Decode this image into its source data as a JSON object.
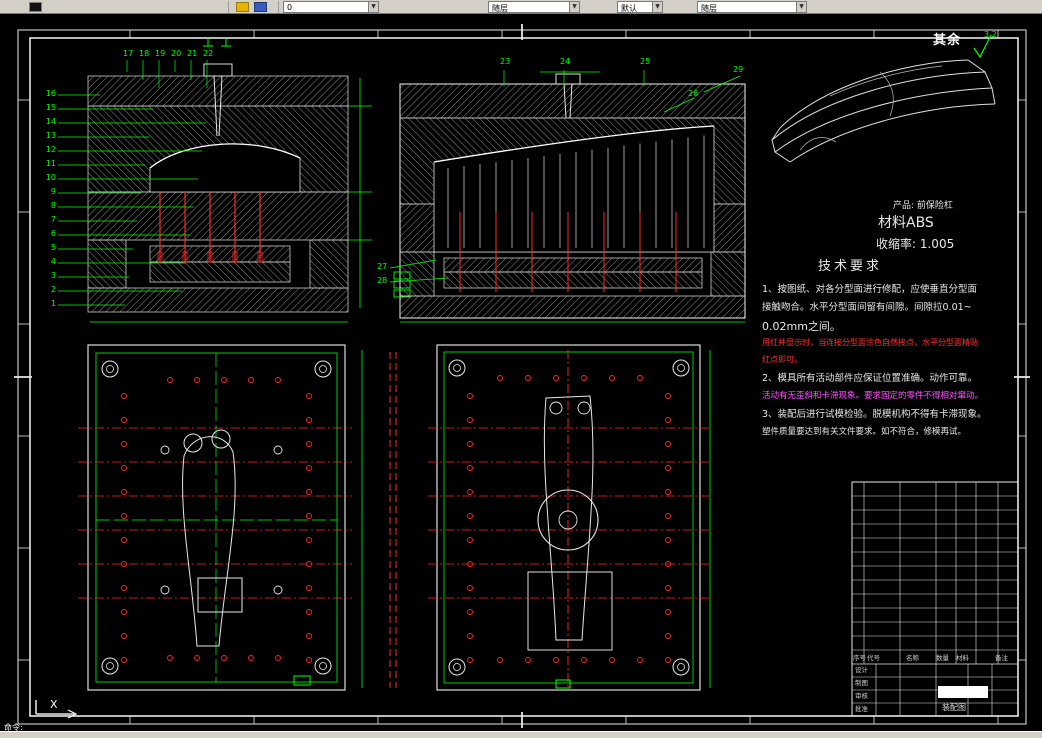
{
  "toolbar": {
    "layer_value": "0",
    "color_value": "随层",
    "lineweight_value": "默认",
    "linetype_value": "随层"
  },
  "surface_note": {
    "label": "其余",
    "value": "3.2"
  },
  "product": {
    "line1": "产品: 前保险杠",
    "line2": "材料ABS",
    "line3": "收缩率: 1.005"
  },
  "tech": {
    "title": "技术要求",
    "lines": [
      {
        "text": "1、按图纸、对各分型面进行修配，应使垂直分型面",
        "color": "#e8e8e8"
      },
      {
        "text": "接触吻合。水平分型面间留有间隙。间隙拉0.01~",
        "color": "#e8e8e8"
      },
      {
        "text": "0.02mm之间。",
        "color": "#e8e8e8"
      },
      {
        "text": "用红并显示时，当连接分型面涂色自然接点，水平分型面精贴",
        "color": "#ff3030"
      },
      {
        "text": "红点即可。",
        "color": "#ff3030"
      },
      {
        "text": "2、模具所有活动部件应保证位置准确。动作可靠。",
        "color": "#e8e8e8"
      },
      {
        "text": "活动有无歪斜和卡滞现象。要求固定的零件不得相对窜动。",
        "color": "#ff50ff"
      },
      {
        "text": "3、装配后进行试模检验。脱模机构不得有卡滞现象。",
        "color": "#e8e8e8"
      },
      {
        "text": "塑件质量要达到有关文件要求。如不符合，修模再试。",
        "color": "#e8e8e8"
      }
    ]
  },
  "callouts": {
    "left": [
      "16",
      "15",
      "14",
      "13",
      "12",
      "11",
      "10",
      "9",
      "8",
      "7",
      "6",
      "5",
      "4",
      "3",
      "2",
      "1"
    ],
    "top": [
      "17",
      "18",
      "19",
      "20",
      "21",
      "22"
    ],
    "right_view": [
      "23",
      "24",
      "25",
      "26",
      "29",
      "27",
      "28"
    ]
  },
  "titleblock": {
    "header": [
      "序号",
      "代号",
      "名称",
      "数量",
      "材料",
      "备注"
    ],
    "left_rows": [
      "设计",
      "制图",
      "审核",
      "批准"
    ],
    "doc_title": "装配图"
  },
  "ucs": {
    "x_label": "X"
  },
  "status": {
    "command": "命令:"
  },
  "colors": {
    "green": "#00ff00",
    "red": "#ff2828",
    "white": "#e8e8e8",
    "dim": "#c8c8c8",
    "chrome": "#d4d0c8"
  }
}
